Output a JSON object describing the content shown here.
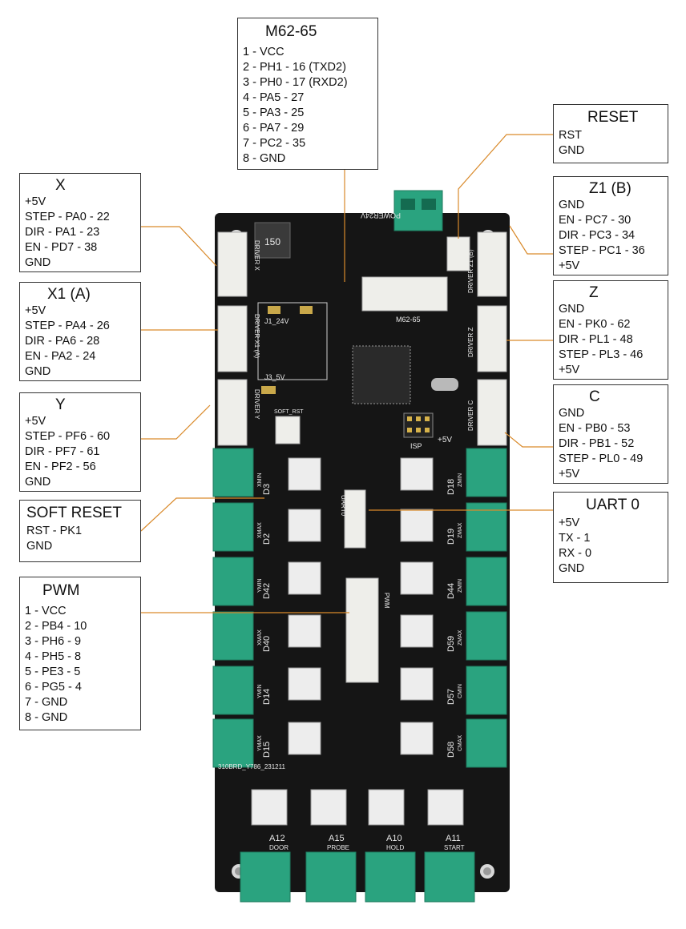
{
  "boxes": {
    "m62": {
      "title": "M62-65",
      "lines": [
        "1 - VCC",
        "2 - PH1 - 16 (TXD2)",
        "3 - PH0 - 17 (RXD2)",
        "4 - PA5 - 27",
        "5 - PA3 - 25",
        "6 - PA7 - 29",
        "7 - PC2 - 35",
        "8 - GND"
      ]
    },
    "reset": {
      "title": "RESET",
      "lines": [
        "RST",
        "GND"
      ]
    },
    "x": {
      "title": "X",
      "lines": [
        "+5V",
        "STEP - PA0 - 22",
        "DIR - PA1 - 23",
        "EN - PD7 - 38",
        "GND"
      ]
    },
    "z1": {
      "title": "Z1 (B)",
      "lines": [
        "GND",
        "EN - PC7 - 30",
        "DIR - PC3 - 34",
        "STEP - PC1 - 36",
        "+5V"
      ]
    },
    "x1": {
      "title": "X1 (A)",
      "lines": [
        "+5V",
        "STEP - PA4 - 26",
        "DIR - PA6 - 28",
        "EN - PA2 - 24",
        "GND"
      ]
    },
    "z": {
      "title": "Z",
      "lines": [
        "GND",
        "EN - PK0 - 62",
        "DIR - PL1 - 48",
        "STEP - PL3 - 46",
        "+5V"
      ]
    },
    "y": {
      "title": "Y",
      "lines": [
        "+5V",
        "STEP - PF6 - 60",
        "DIR - PF7 - 61",
        "EN - PF2 - 56",
        "GND"
      ]
    },
    "c": {
      "title": "C",
      "lines": [
        "GND",
        "EN - PB0 - 53",
        "DIR - PB1 - 52",
        "STEP - PL0 - 49",
        "+5V"
      ]
    },
    "softreset": {
      "title": "SOFT RESET",
      "lines": [
        "RST - PK1",
        "GND"
      ]
    },
    "uart": {
      "title": "UART 0",
      "lines": [
        "+5V",
        "TX - 1",
        "RX - 0",
        "GND"
      ]
    },
    "pwm": {
      "title": "PWM",
      "lines": [
        "1 - VCC",
        "2 - PB4 - 10",
        "3 - PH6 - 9",
        "4 - PH5 - 8",
        "5 - PE3 - 5",
        "6 - PG5 - 4",
        "7 - GND",
        "8 - GND"
      ]
    }
  },
  "board": {
    "power_label": "POWER24V",
    "driver_x": "DRIVER X",
    "driver_x1": "DRIVER X1 (A)",
    "driver_y": "DRIVER Y",
    "driver_z1": "DRIVER Z1 (B)",
    "driver_z": "DRIVER Z",
    "driver_c": "DRIVER C",
    "m62_label": "M62-65",
    "uart_label": "UART0",
    "pwm_label": "PWM",
    "j1": "J1_24V",
    "j3": "J3_5V",
    "soft_rst": "SOFT_RST",
    "inductor": "150",
    "isp": "ISP",
    "plus5": "+5V",
    "board_id": "310BRD_Y786_231211",
    "bottom_labels": [
      "DOOR",
      "PROBE",
      "HOLD",
      "START"
    ],
    "bottom_ids": [
      "A12",
      "A15",
      "A10",
      "A11"
    ],
    "left_ids": [
      "D3",
      "D2",
      "D42",
      "D40",
      "D14",
      "D15"
    ],
    "left_sw": [
      "XMIN",
      "XMAX",
      "YMIN",
      "XMAX",
      "YMIN",
      "YMAX"
    ],
    "right_ids": [
      "D18",
      "D19",
      "D44",
      "D59",
      "D57",
      "D58"
    ],
    "right_sw": [
      "ZMIN",
      "ZMAX",
      "ZMIN",
      "ZMAX",
      "CMIN",
      "CMAX"
    ]
  },
  "colors": {
    "pcb": "#141414",
    "connector_white": "#eeeeea",
    "terminal_green": "#2aa37f",
    "leader": "#d98a2b"
  }
}
